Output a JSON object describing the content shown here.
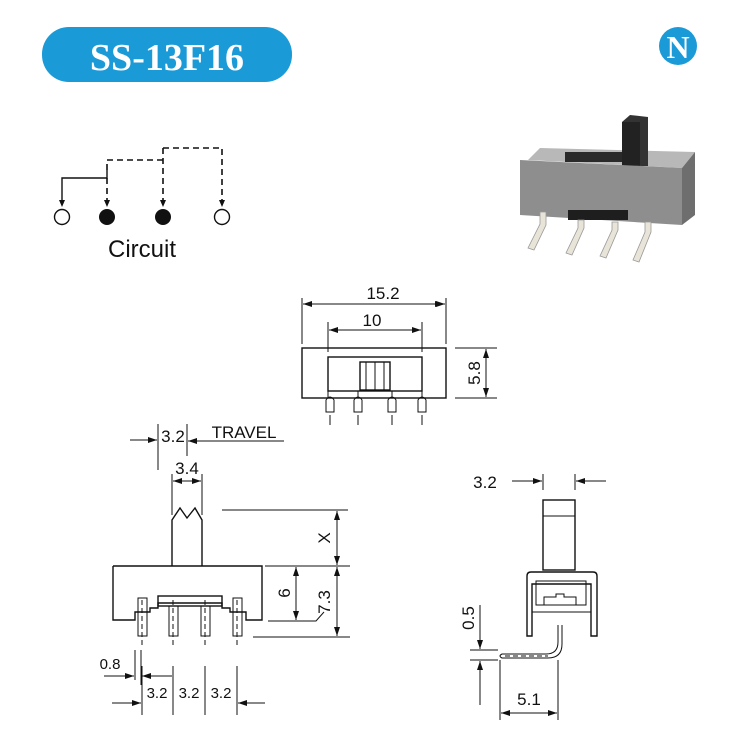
{
  "header": {
    "model": "SS-13F16",
    "logo_letter": "N",
    "accent_color": "#1b9ad8"
  },
  "circuit": {
    "label": "Circuit"
  },
  "top_view": {
    "overall_width": "15.2",
    "slot_width": "10",
    "height": "5.8"
  },
  "front_view": {
    "travel_value": "3.2",
    "travel_label": "TRAVEL",
    "actuator_width": "3.4",
    "actuator_height": "X",
    "body_height": "6",
    "total_height": "7.3",
    "pin_width": "0.8",
    "pin_pitch": [
      "3.2",
      "3.2",
      "3.2"
    ]
  },
  "side_view": {
    "actuator_thickness": "3.2",
    "lead_thickness": "0.5",
    "lead_length": "5.1"
  }
}
